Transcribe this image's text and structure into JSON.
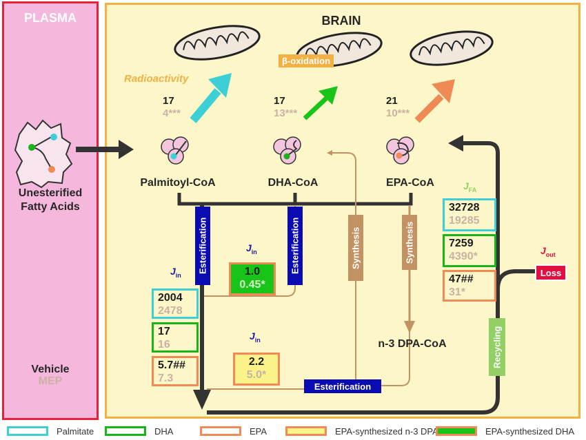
{
  "regions": {
    "plasma": "PLASMA",
    "brain": "BRAIN"
  },
  "plasma": {
    "fatty_acids_line1": "Unesterified",
    "fatty_acids_line2": "Fatty Acids",
    "vehicle": "Vehicle",
    "mep": "MEP"
  },
  "labels": {
    "radioactivity": "Radioactivity",
    "beta_oxidation": "β-oxidation"
  },
  "coa": {
    "palmitoyl": "Palmitoyl-CoA",
    "dha": "DHA-CoA",
    "epa": "EPA-CoA",
    "dpa": "n-3 DPA-CoA"
  },
  "radioactivity_values": {
    "palmitate": {
      "vehicle": "17",
      "mep": "4***"
    },
    "dha": {
      "vehicle": "17",
      "mep": "13***"
    },
    "epa": {
      "vehicle": "21",
      "mep": "10***"
    }
  },
  "process_labels": {
    "esterification": "Esterification",
    "synthesis": "Synthesis",
    "recycling": "Recycling",
    "loss": "Loss"
  },
  "flux_labels": {
    "j_in": "J",
    "j_in_sub": "in",
    "j_fa": "J",
    "j_fa_sub": "FA",
    "j_out": "J",
    "j_out_sub": "out"
  },
  "j_in_values": {
    "palmitate": {
      "vehicle": "2004",
      "mep": "2478"
    },
    "dha": {
      "vehicle": "17",
      "mep": "16"
    },
    "epa": {
      "vehicle": "5.7##",
      "mep": "7.3"
    },
    "synth_dha": {
      "vehicle": "1.0",
      "mep": "0.45*"
    },
    "synth_dpa": {
      "vehicle": "2.2",
      "mep": "5.0*"
    }
  },
  "j_fa_values": {
    "palmitate": {
      "vehicle": "32728",
      "mep": "19285"
    },
    "dha": {
      "vehicle": "7259",
      "mep": "4390*"
    },
    "epa": {
      "vehicle": "47##",
      "mep": "31*"
    }
  },
  "legend": [
    "Palmitate",
    "DHA",
    "EPA",
    "EPA-synthesized n-3 DPA",
    "EPA-synthesized DHA"
  ],
  "colors": {
    "palmitate": "#3ccfd6",
    "dha": "#18b418",
    "epa": "#ef8a55",
    "dpa_fill": "#fbf28a",
    "synth_dha_fill": "#18c418",
    "esterification": "#0b0bb4",
    "synthesis": "#c39263",
    "recycling": "#92d065",
    "loss": "#e01040",
    "plasma_border": "#e8213a",
    "brain_border": "#f3b143"
  }
}
